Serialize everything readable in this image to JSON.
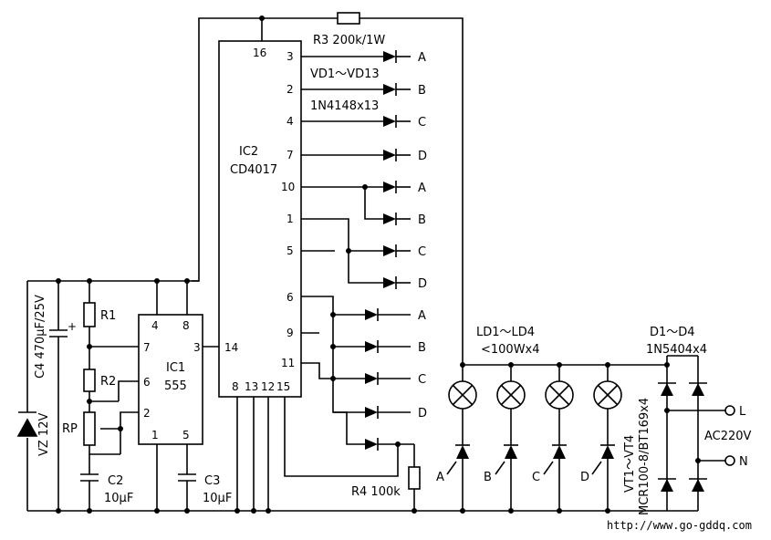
{
  "labels": {
    "ic2": "IC2",
    "cd4017": "CD4017",
    "ic1": "IC1",
    "ic555": "555",
    "r1": "R1",
    "r2": "R2",
    "rp": "RP",
    "c2": "C2",
    "c2v": "10μF",
    "c3": "C3",
    "c3v": "10μF",
    "c4": "C4 470μF/25V",
    "vz": "VZ 12V",
    "r3": "R3 200k/1W",
    "vd": "VD1～VD13",
    "diode_type": "1N4148x13",
    "r4": "R4 100k",
    "ld": "LD1～LD4",
    "ld_spec": "<100Wx4",
    "d": "D1～D4",
    "d_type": "1N5404x4",
    "vt": "VT1～VT4",
    "vt_type": "MCR100-8/BT169x4",
    "ac": "AC220V",
    "L": "L",
    "N": "N",
    "url": "http://www.go-gddq.com"
  },
  "pins": {
    "p16": "16",
    "p3": "3",
    "p2": "2",
    "p4": "4",
    "p7": "7",
    "p10": "10",
    "p1": "1",
    "p5": "5",
    "p6": "6",
    "p9": "9",
    "p11": "11",
    "p8": "8",
    "p13": "13",
    "p12": "12",
    "p15": "15",
    "i4": "4",
    "i8": "8",
    "i7": "7",
    "i3": "3",
    "i6": "6",
    "i2": "2",
    "i1": "1",
    "i5": "5",
    "p14": "14"
  },
  "outputs": [
    "A",
    "B",
    "C",
    "D",
    "A",
    "B",
    "C",
    "D",
    "A",
    "B",
    "C",
    "D"
  ],
  "gates": [
    "A",
    "B",
    "C",
    "D"
  ]
}
